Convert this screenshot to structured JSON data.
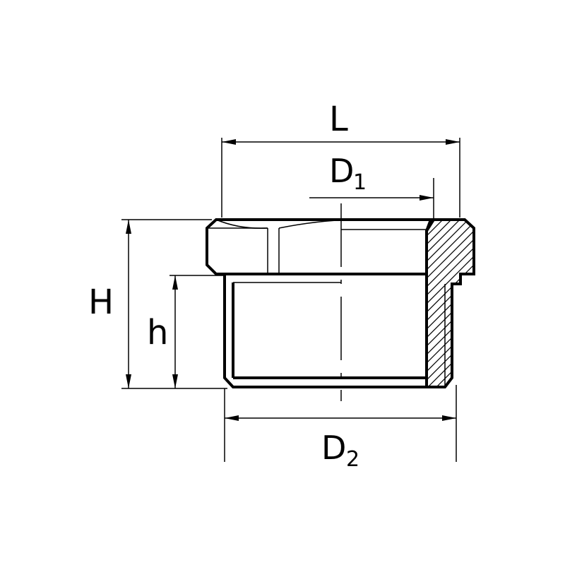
{
  "diagram": {
    "labels": {
      "L": "L",
      "D1": "D",
      "D1_sub": "1",
      "H": "H",
      "h": "h",
      "D2": "D",
      "D2_sub": "2"
    },
    "line_color": "#000000",
    "background": "#ffffff"
  }
}
